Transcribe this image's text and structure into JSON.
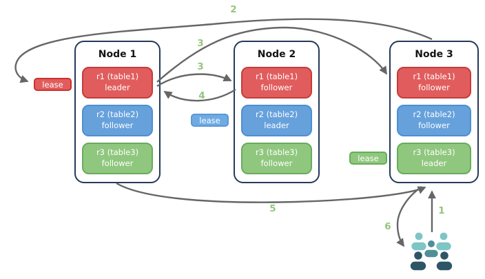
{
  "diagram": {
    "nodes": [
      {
        "title": "Node 1",
        "replicas": [
          {
            "label": "r1 (table1)",
            "role": "leader",
            "color": "red"
          },
          {
            "label": "r2 (table2)",
            "role": "follower",
            "color": "blue"
          },
          {
            "label": "r3 (table3)",
            "role": "follower",
            "color": "green"
          }
        ]
      },
      {
        "title": "Node 2",
        "replicas": [
          {
            "label": "r1 (table1)",
            "role": "follower",
            "color": "red"
          },
          {
            "label": "r2 (table2)",
            "role": "leader",
            "color": "blue"
          },
          {
            "label": "r3 (table3)",
            "role": "follower",
            "color": "green"
          }
        ]
      },
      {
        "title": "Node 3",
        "replicas": [
          {
            "label": "r1 (table1)",
            "role": "follower",
            "color": "red"
          },
          {
            "label": "r2 (table2)",
            "role": "follower",
            "color": "blue"
          },
          {
            "label": "r3 (table3)",
            "role": "leader",
            "color": "green"
          }
        ]
      }
    ],
    "leases": [
      {
        "label": "lease",
        "color": "red"
      },
      {
        "label": "lease",
        "color": "blue"
      },
      {
        "label": "lease",
        "color": "green"
      }
    ],
    "steps": {
      "s1": "1",
      "s2": "2",
      "s3a": "3",
      "s3b": "3",
      "s4": "4",
      "s5": "5",
      "s6": "6"
    },
    "icons": {
      "users": "users-group-icon"
    },
    "colors": {
      "red_fill": "#E15D5D",
      "red_border": "#C53B3B",
      "blue_fill": "#66A1DC",
      "blue_border": "#4D8FD1",
      "green_fill": "#90C77E",
      "green_border": "#67AC5C",
      "node_border": "#24395B",
      "arrow": "#666666",
      "step_label": "#93C47D",
      "users_light": "#7EC5C6",
      "users_medium": "#4E8F99",
      "users_dark": "#2E5566"
    }
  }
}
